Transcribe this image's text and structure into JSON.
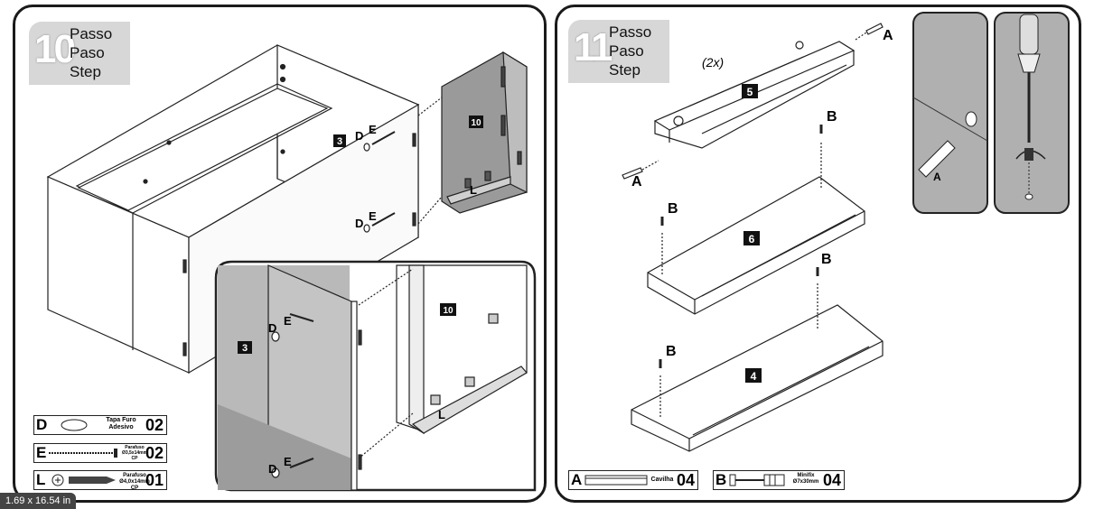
{
  "step10": {
    "number": "10",
    "labels": [
      "Passo",
      "Paso",
      "Step"
    ],
    "callouts": {
      "part3": "3",
      "part10": "10",
      "d": "D",
      "e": "E",
      "l": "L"
    },
    "parts": [
      {
        "key": "D",
        "name": "Tapa Furo Adesivo",
        "qty": "02",
        "icon": "oval-cap-icon"
      },
      {
        "key": "E",
        "name": "Parafuso Ø3,5x14mm CP",
        "qty": "02",
        "icon": "long-screw-icon"
      },
      {
        "key": "L",
        "name": "Parafuso Ø4,0x14mm CP",
        "qty": "01",
        "icon": "screw-icon"
      }
    ]
  },
  "step11": {
    "number": "11",
    "labels": [
      "Passo",
      "Paso",
      "Step"
    ],
    "multiplier": "(2x)",
    "callouts": {
      "part5": "5",
      "part6": "6",
      "part4": "4",
      "a": "A",
      "b": "B"
    },
    "parts": [
      {
        "key": "A",
        "name": "Cavilha",
        "qty": "04",
        "icon": "dowel-icon"
      },
      {
        "key": "B",
        "name": "Minifix Ø7x30mm",
        "qty": "04",
        "icon": "minifix-icon"
      }
    ]
  },
  "footer": {
    "dimensions": "1.69 x 16.54 in"
  }
}
